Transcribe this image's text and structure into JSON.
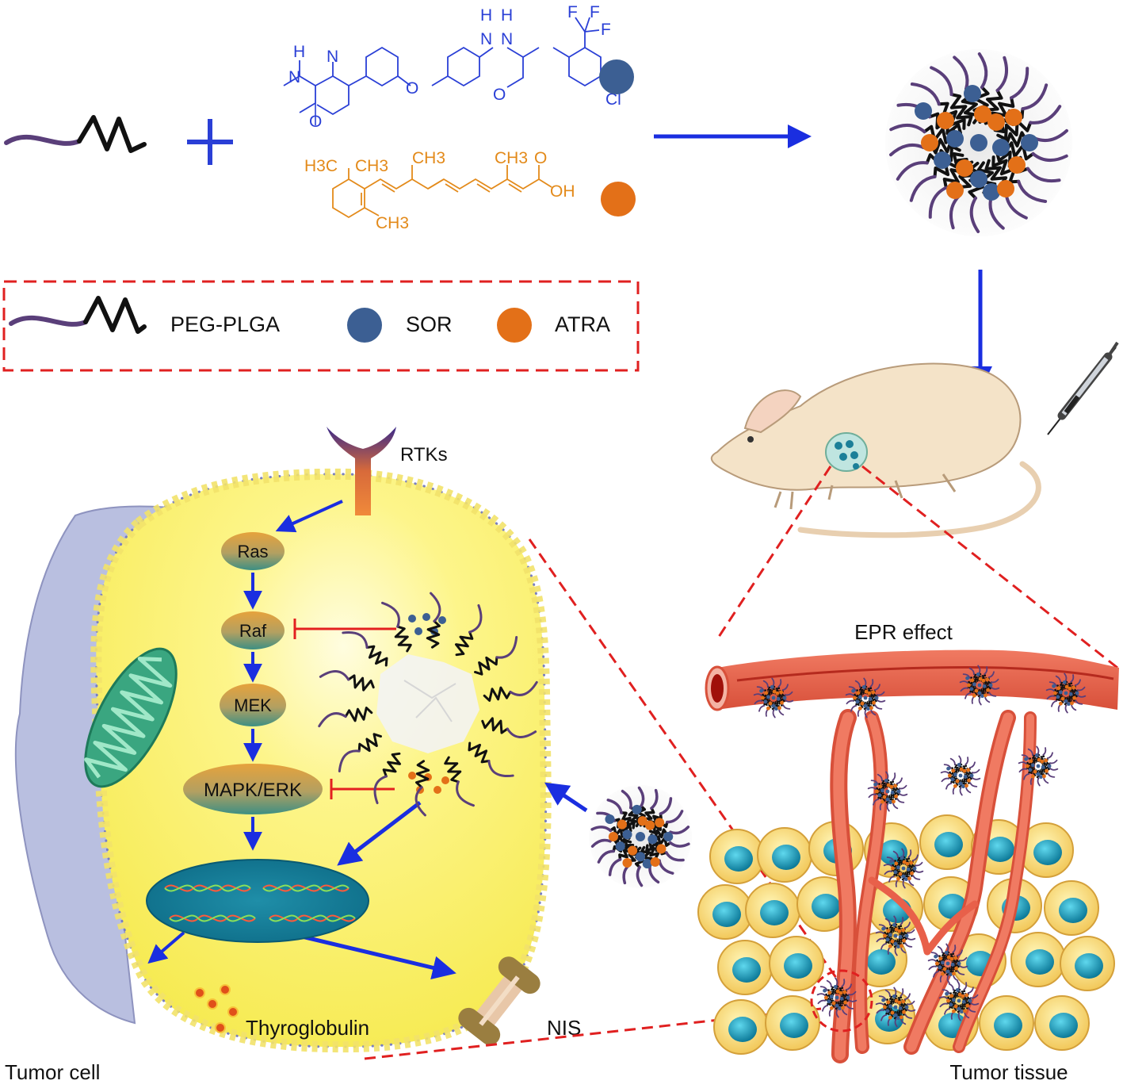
{
  "legend": {
    "polymer_label": "PEG-PLGA",
    "sor_label": "SOR",
    "atra_label": "ATRA"
  },
  "sorafenib": {
    "nh_left": "H",
    "n_left": "N",
    "n_ring": "N",
    "o_carbonyl": "O",
    "o_ether": "O",
    "nh1_h": "H",
    "nh1_n": "N",
    "nh2_h": "H",
    "nh2_n": "N",
    "o_urea": "O",
    "f1": "F",
    "f2": "F",
    "f3": "F",
    "cl": "Cl"
  },
  "atra": {
    "h3c": "H3C",
    "ch3_a": "CH3",
    "ch3_b": "CH3",
    "ch3_c": "CH3",
    "ch3_d": "CH3",
    "o": "O",
    "oh": "OH"
  },
  "pathway": {
    "receptor": "RTKs",
    "ras": "Ras",
    "raf": "Raf",
    "mek": "MEK",
    "mapk": "MAPK/ERK",
    "thyroglobulin": "Thyroglobulin",
    "nis": "NIS"
  },
  "labels": {
    "epr": "EPR effect",
    "tumor_cell": "Tumor cell",
    "tumor_tissue": "Tumor tissue"
  },
  "colors": {
    "sor": "#3c5f93",
    "atra": "#e37018",
    "arrow": "#1a2ee0",
    "inhibit": "#e32020",
    "dashed": "#e02020",
    "polymer_peg": "#5a3f7a",
    "polymer_plga": "#111111",
    "cytoplasm": "#fdf57a",
    "vessel": "#e8604a",
    "sorafenib_text": "#2a3fd6",
    "atra_text": "#e38a1a"
  }
}
